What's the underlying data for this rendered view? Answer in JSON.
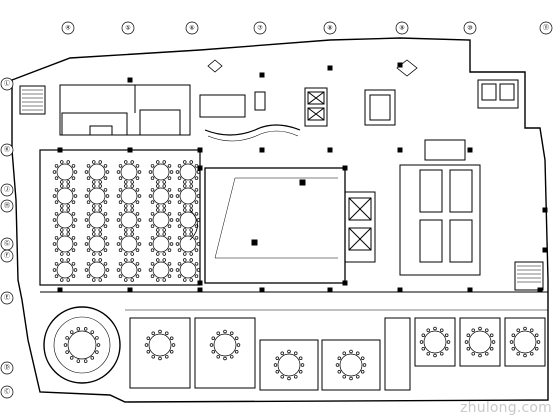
{
  "plan": {
    "top_axes": [
      "④",
      "⑤",
      "⑥",
      "⑦",
      "⑧",
      "⑨",
      "⑩",
      "⑪"
    ],
    "left_axes": [
      "Ⓛ",
      "Ⓚ",
      "Ⓙ",
      "Ⓗ",
      "Ⓖ",
      "Ⓕ",
      "Ⓔ",
      "Ⓓ",
      "Ⓒ"
    ]
  },
  "watermark": {
    "text": "zhulong.com"
  }
}
